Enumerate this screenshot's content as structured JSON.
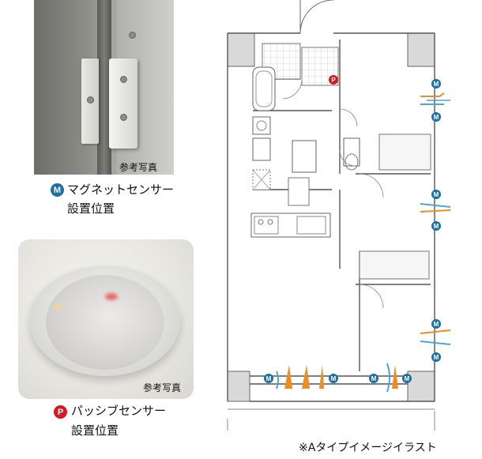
{
  "photo_caption": "参考写真",
  "legend": {
    "magnet": {
      "badge": "M",
      "line1": "マグネットセンサー",
      "line2": "設置位置",
      "color": "#1d6fa8"
    },
    "passive": {
      "badge": "P",
      "line1": "パッシブセンサー",
      "line2": "設置位置",
      "color": "#d71921"
    }
  },
  "footer_note": "※Aタイプイメージイラスト",
  "accent_colors": {
    "orange": "#f08a24",
    "blue": "#4fa3d9"
  }
}
